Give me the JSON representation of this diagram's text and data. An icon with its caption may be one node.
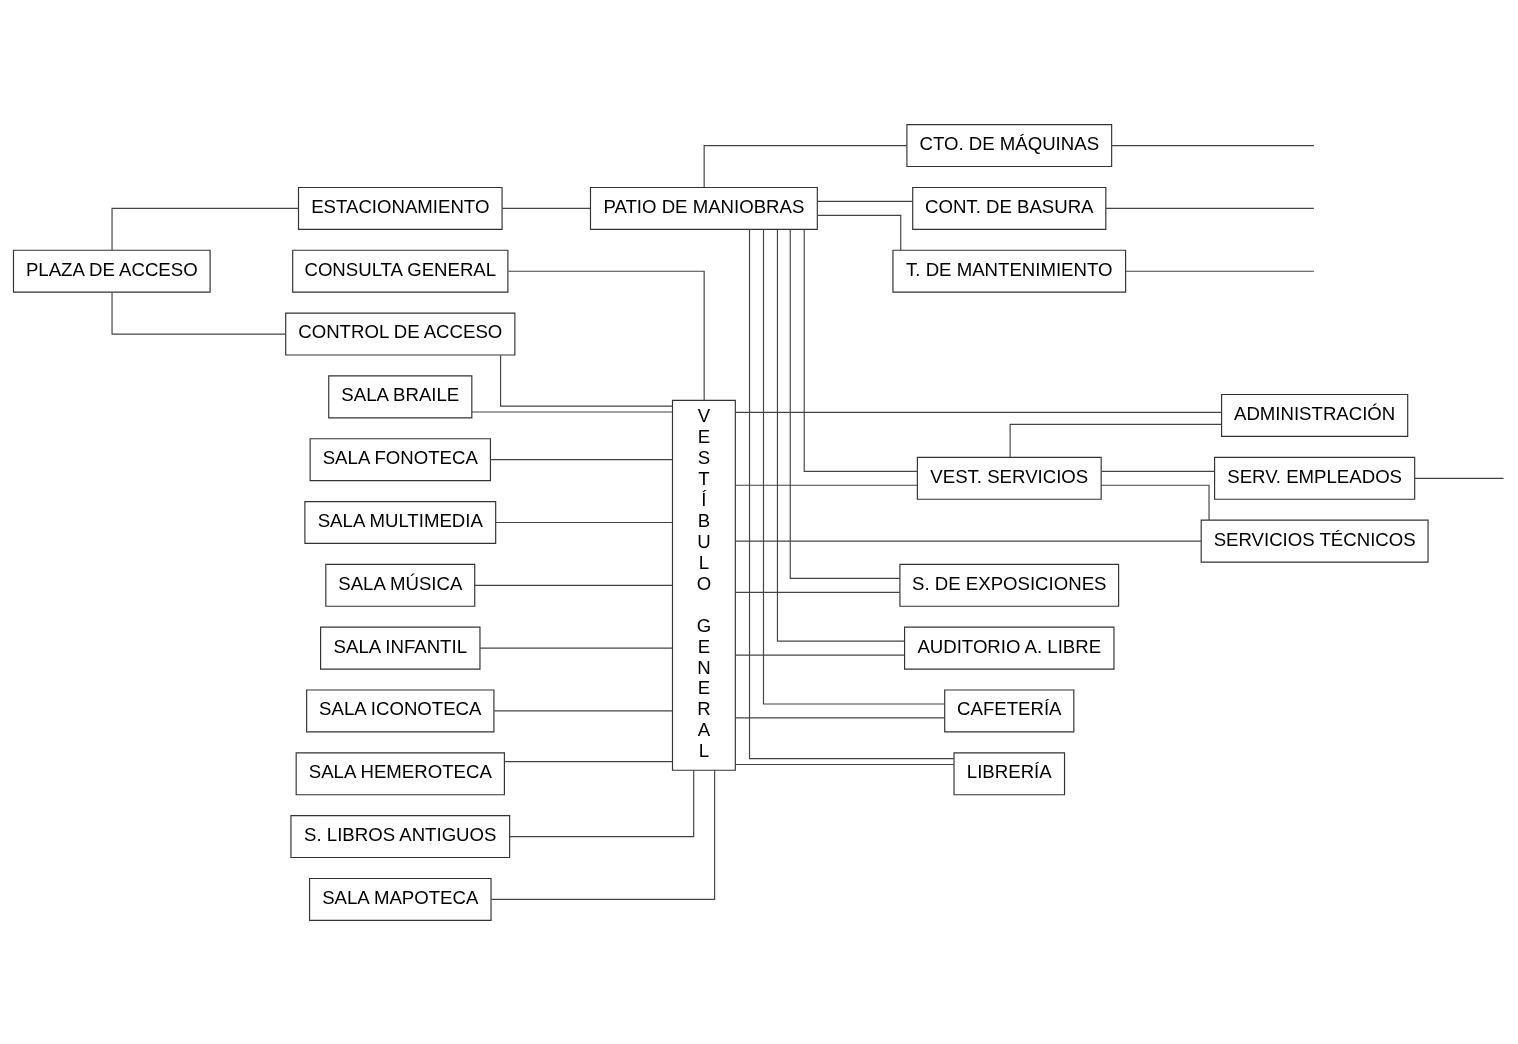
{
  "diagram": {
    "nodes": [
      {
        "text": [
          "PLAZA DE ACCESO"
        ]
      },
      {
        "text": [
          "ESTACIONAMIENTO"
        ]
      },
      {
        "text": [
          "CONT. DE BASURA"
        ]
      },
      {
        "text": [
          "CONTROL DE ACCESO"
        ]
      },
      {
        "text": [
          "PATIO DE MANIOBRAS"
        ]
      },
      {
        "text": [
          "T. DE MANTENIMIENTO"
        ]
      },
      {
        "text": [
          "CTO. DE MÁQUINAS"
        ]
      },
      {
        "text": [
          "SERV. EMPLEADOS"
        ]
      },
      {
        "text": [
          "SALA BRAILE"
        ]
      },
      {
        "text": [
          "S. DE EXPOSICIONES"
        ]
      },
      {
        "text": [
          "VESTÍBULO GENERAL"
        ]
      },
      {
        "text": [
          "SALA FONOTECA"
        ]
      },
      {
        "text": [
          "AUDITORIO A. LIBRE"
        ]
      },
      {
        "text": [
          "SALA MULTIMEDIA"
        ]
      },
      {
        "text": [
          "CAFETERÍA"
        ]
      },
      {
        "text": [
          "SALA MÚSICA"
        ]
      },
      {
        "text": [
          "LIBRERÍA"
        ]
      },
      {
        "text": [
          "SALA INFANTIL"
        ]
      },
      {
        "text": [
          "VEST. SERVICIOS"
        ]
      },
      {
        "text": [
          "SALA ICONOTECA"
        ]
      },
      {
        "text": [
          "SALA HEMEROTECA"
        ]
      },
      {
        "text": [
          "ADMINISTRACIÓN"
        ]
      },
      {
        "text": [
          "S. LIBROS ANTIGUOS"
        ]
      },
      {
        "text": [
          "SERVICIOS TÉCNICOS"
        ]
      },
      {
        "text": [
          "SALA MAPOTECA"
        ]
      },
      {
        "text": [
          "CONSULTA GENERAL"
        ]
      }
    ],
    "edges": [
      {
        "from": 0,
        "to": 1,
        "arrow": "none"
      },
      {
        "from": 0,
        "to": 3,
        "arrow": "none"
      },
      {
        "from": 1,
        "to": 4,
        "arrow": "none"
      },
      {
        "from": 3,
        "to": 10,
        "arrow": "none"
      },
      {
        "from": 4,
        "to": 2,
        "arrow": "none"
      },
      {
        "from": 4,
        "to": 5,
        "arrow": "none"
      },
      {
        "from": 4,
        "to": 6,
        "arrow": "none"
      },
      {
        "from": 2,
        "to": null,
        "arrow": "none"
      },
      {
        "from": 5,
        "to": null,
        "arrow": "none"
      },
      {
        "from": 6,
        "to": null,
        "arrow": "none"
      },
      {
        "from": 7,
        "to": null,
        "arrow": "none"
      },
      {
        "from": 8,
        "to": 10,
        "arrow": "none"
      },
      {
        "from": 11,
        "to": 10,
        "arrow": "none"
      },
      {
        "from": 13,
        "to": 10,
        "arrow": "none"
      },
      {
        "from": 15,
        "to": 10,
        "arrow": "none"
      },
      {
        "from": 17,
        "to": 10,
        "arrow": "none"
      },
      {
        "from": 19,
        "to": 10,
        "arrow": "none"
      },
      {
        "from": 20,
        "to": 10,
        "arrow": "none"
      },
      {
        "from": 22,
        "to": 10,
        "arrow": "none"
      },
      {
        "from": 24,
        "to": 10,
        "arrow": "none"
      },
      {
        "from": 25,
        "to": 10,
        "arrow": "none"
      },
      {
        "from": 10,
        "to": 9,
        "arrow": "none"
      },
      {
        "from": 10,
        "to": 12,
        "arrow": "none"
      },
      {
        "from": 10,
        "to": 14,
        "arrow": "none"
      },
      {
        "from": 10,
        "to": 16,
        "arrow": "none"
      },
      {
        "from": 10,
        "to": 18,
        "arrow": "none"
      },
      {
        "from": 10,
        "to": 21,
        "arrow": "none"
      },
      {
        "from": 10,
        "to": 23,
        "arrow": "none"
      },
      {
        "from": 9,
        "to": 4,
        "arrow": "none"
      },
      {
        "from": 12,
        "to": 4,
        "arrow": "none"
      },
      {
        "from": 14,
        "to": 4,
        "arrow": "none"
      },
      {
        "from": 16,
        "to": 4,
        "arrow": "none"
      },
      {
        "from": 18,
        "to": 4,
        "arrow": "none"
      },
      {
        "from": 18,
        "to": 7,
        "arrow": "none"
      },
      {
        "from": 18,
        "to": 21,
        "arrow": "none"
      },
      {
        "from": 18,
        "to": 23,
        "arrow": "none"
      }
    ]
  }
}
